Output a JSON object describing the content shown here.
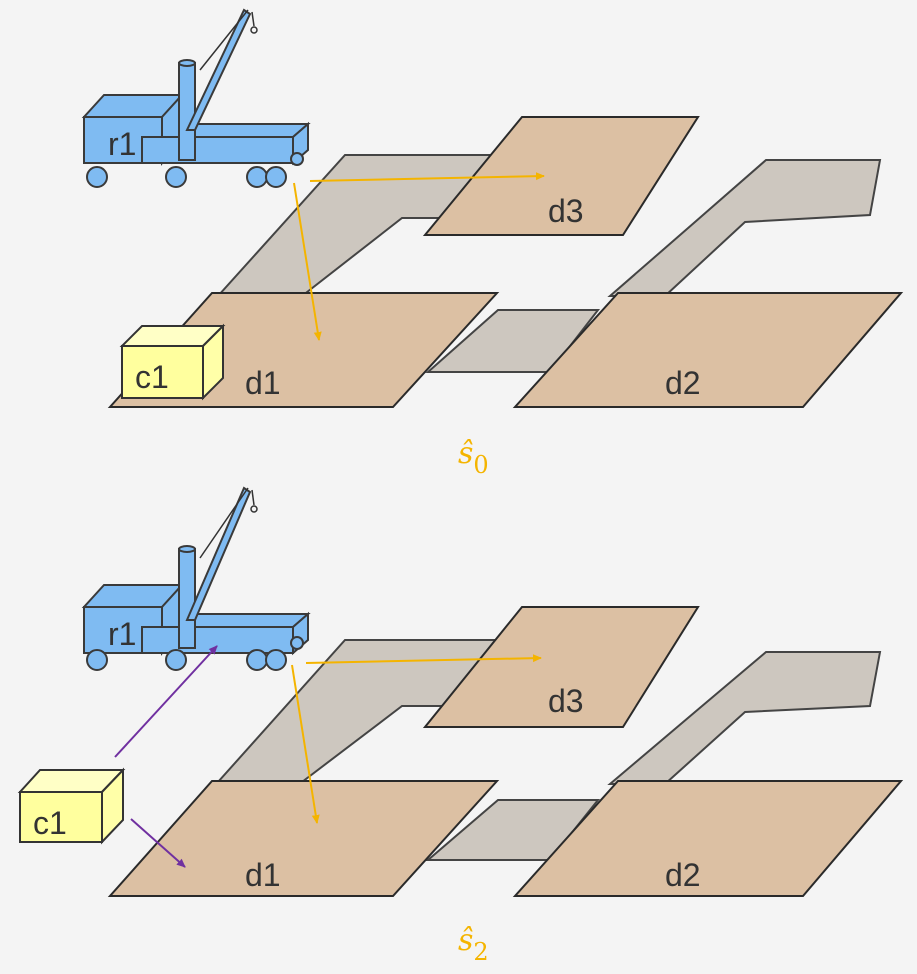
{
  "colors": {
    "background": "#f4f4f4",
    "road": "#cdc7bf",
    "dock": "#dcc0a3",
    "robot": "#7fbbf2",
    "crate": "#ffff9e",
    "arrow_yellow": "#f4b400",
    "arrow_purple": "#7030a0"
  },
  "scenes": [
    {
      "state_symbol": "ŝ",
      "state_subscript": "0",
      "robot_label": "r1",
      "crate_label": "c1",
      "docks": {
        "d1": "d1",
        "d2": "d2",
        "d3": "d3"
      }
    },
    {
      "state_symbol": "ŝ",
      "state_subscript": "2",
      "robot_label": "r1",
      "crate_label": "c1",
      "docks": {
        "d1": "d1",
        "d2": "d2",
        "d3": "d3"
      }
    }
  ]
}
